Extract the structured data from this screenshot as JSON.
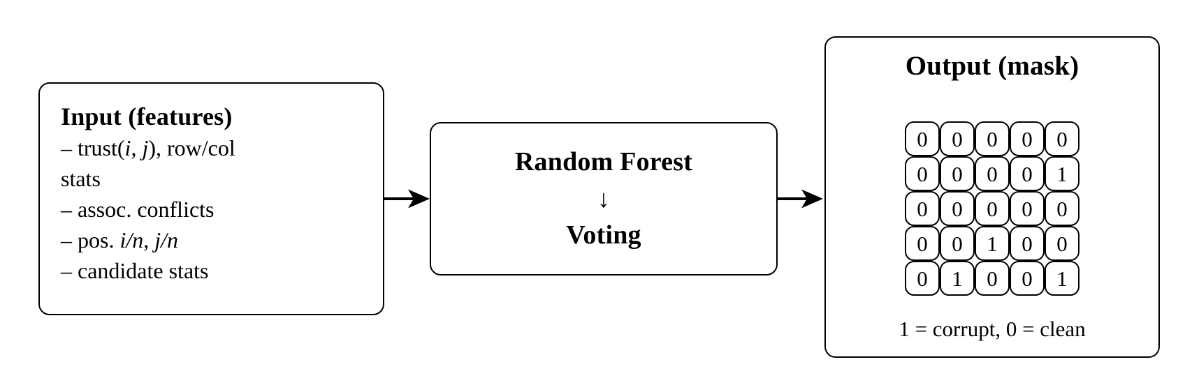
{
  "canvas": {
    "background_color": "#ffffff",
    "ink_color": "#000000"
  },
  "input_box": {
    "title": "Input (features)",
    "items": [
      "– trust($i, j$), row/col\nstats",
      "– assoc. conflicts",
      "– pos. $i/n$, $j/n$",
      "– candidate stats"
    ]
  },
  "model_box": {
    "line1": "Random Forest",
    "arrow": "↓",
    "line2": "Voting"
  },
  "output_box": {
    "title": "Output (mask)",
    "grid": [
      [
        0,
        0,
        0,
        0,
        0
      ],
      [
        0,
        0,
        0,
        0,
        1
      ],
      [
        0,
        0,
        0,
        0,
        0
      ],
      [
        0,
        0,
        1,
        0,
        0
      ],
      [
        0,
        1,
        0,
        0,
        1
      ]
    ],
    "legend": "1 = corrupt, 0 = clean"
  }
}
